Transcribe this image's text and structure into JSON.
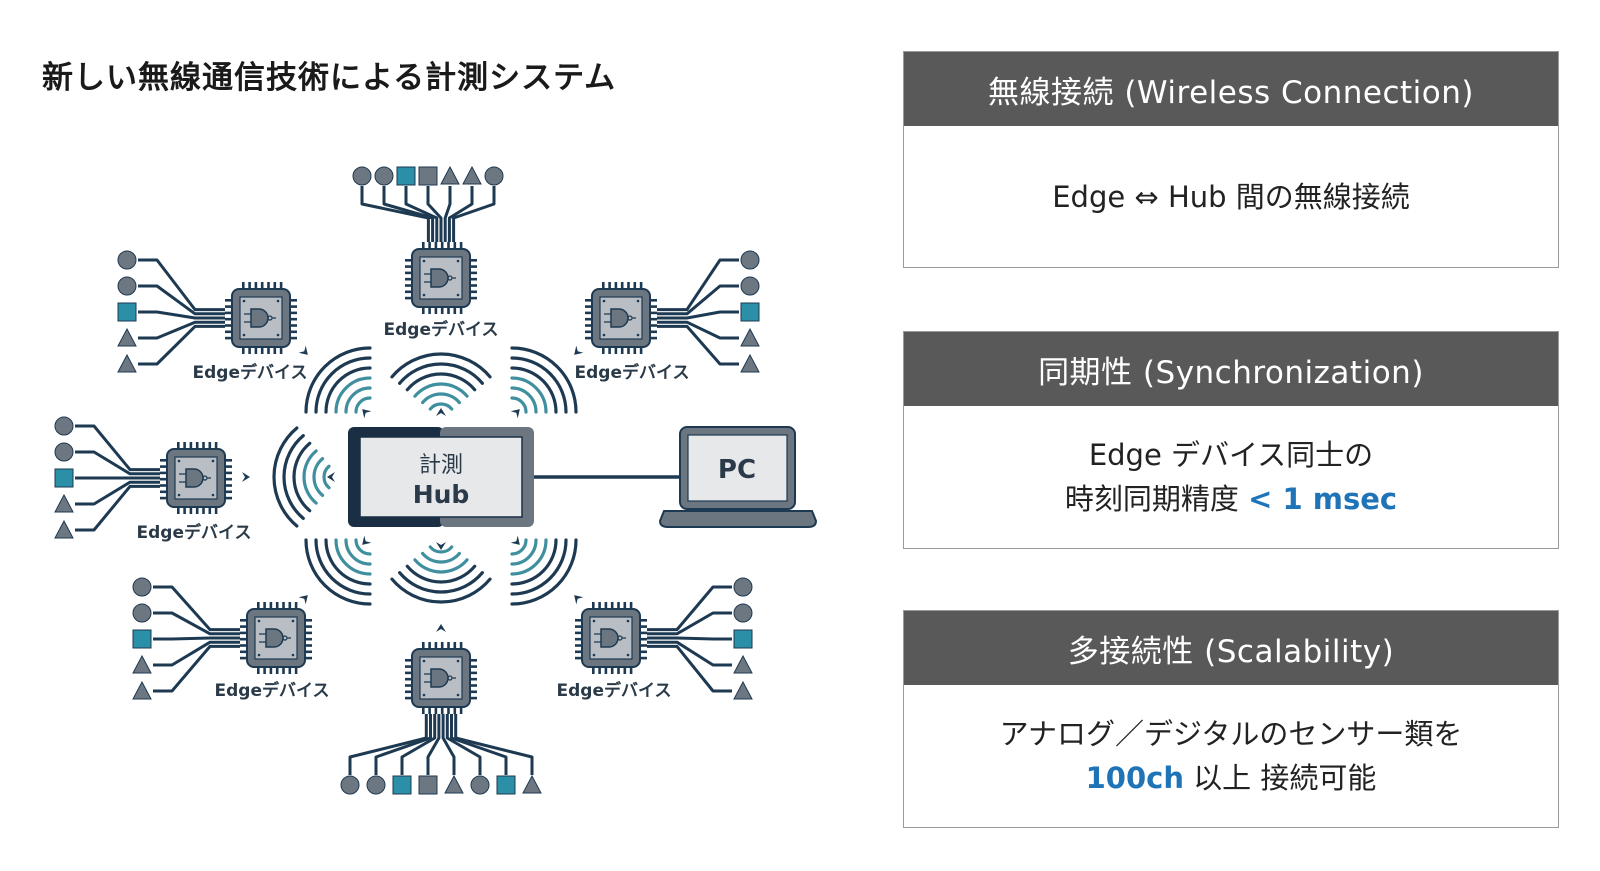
{
  "title": "新しい無線通信技術による計測システム",
  "colors": {
    "wire": "#1e3a52",
    "chip_outer": "#6b7680",
    "chip_inner": "#b9bec4",
    "sensor_gray": "#6d7781",
    "sensor_teal": "#2b8fa8",
    "wave_dark": "#1e3a52",
    "wave_teal": "#3f8f9e",
    "hub_dark": "#1b2f44",
    "hub_gray": "#6b7680",
    "screen": "#e6e8ea",
    "header_bg": "#5a595a",
    "highlight": "#1f73b7"
  },
  "diagram": {
    "hub": {
      "line1": "計測",
      "line2": "Hub"
    },
    "pc": {
      "label": "PC"
    },
    "edge_label": "Edgeデバイス",
    "edge_devices": [
      {
        "id": "top",
        "sensors": [
          "circle",
          "circle",
          "square-teal",
          "square-gray",
          "triangle",
          "triangle",
          "circle"
        ]
      },
      {
        "id": "top-left",
        "sensors": [
          "circle",
          "circle",
          "square-teal",
          "triangle",
          "triangle"
        ]
      },
      {
        "id": "top-right",
        "sensors": [
          "circle",
          "circle",
          "square-teal",
          "triangle",
          "triangle"
        ]
      },
      {
        "id": "left",
        "sensors": [
          "circle",
          "circle",
          "square-teal",
          "triangle",
          "triangle"
        ]
      },
      {
        "id": "bottom-left",
        "sensors": [
          "circle",
          "circle",
          "square-teal",
          "triangle",
          "triangle"
        ]
      },
      {
        "id": "bottom-right",
        "sensors": [
          "circle",
          "circle",
          "square-teal",
          "triangle",
          "triangle"
        ]
      },
      {
        "id": "bottom",
        "sensors": [
          "circle",
          "circle",
          "square-teal",
          "square-gray",
          "triangle",
          "circle",
          "square-teal",
          "triangle"
        ]
      }
    ]
  },
  "panels": {
    "wireless": {
      "header": "無線接続 (Wireless Connection)",
      "body_line1": "Edge ⇔ Hub 間の無線接続"
    },
    "sync": {
      "header": "同期性 (Synchronization)",
      "body_line1": "Edge デバイス同士の",
      "body_line2_prefix": "時刻同期精度 ",
      "body_line2_highlight": "< 1 msec"
    },
    "scale": {
      "header": "多接続性 (Scalability)",
      "body_line1": "アナログ／デジタルのセンサー類を",
      "body_line2_highlight": "100ch",
      "body_line2_suffix": " 以上 接続可能"
    }
  }
}
